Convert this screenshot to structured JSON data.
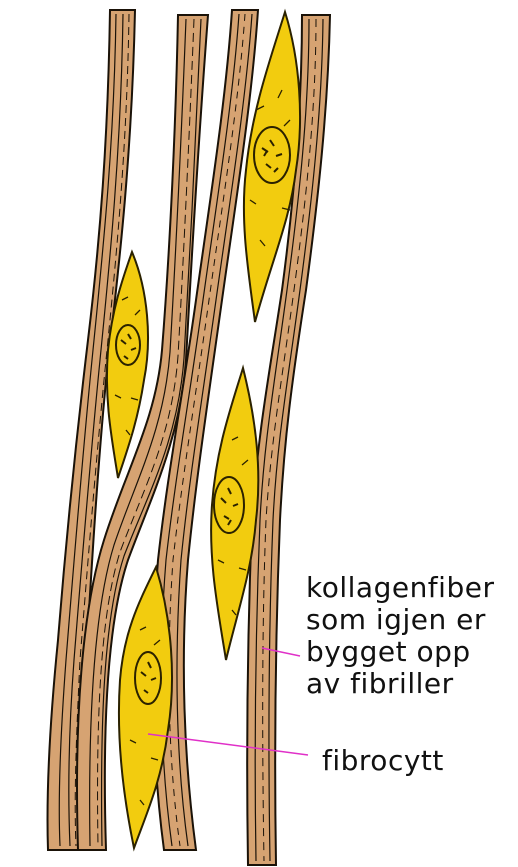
{
  "labels": {
    "collagen_lines": [
      "kollagenfiber",
      "som igjen er",
      "bygget opp",
      "av fibriller"
    ],
    "fibrocyte": "fibrocytt"
  },
  "colors": {
    "fiber_fill": "#d6a372",
    "fiber_outline": "#1a1208",
    "cell_fill": "#f2cc0f",
    "cell_outline": "#2b2200",
    "leader_line": "#e030c8",
    "background": "#ffffff"
  }
}
